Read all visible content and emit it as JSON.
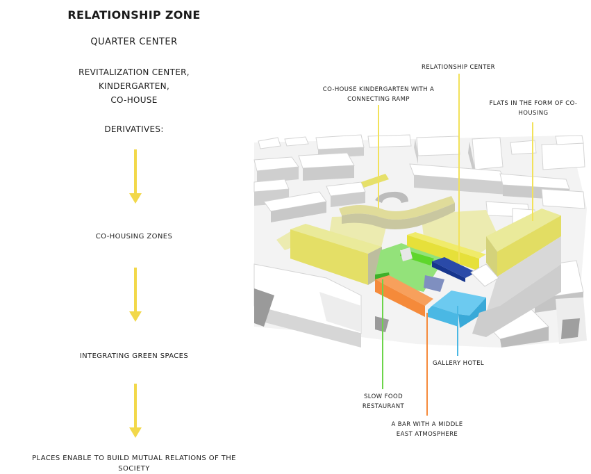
{
  "left": {
    "title": "RELATIONSHIP ZONE",
    "subtitle": "QUARTER CENTER",
    "center_lines": [
      "REVITALIZATION CENTER,",
      "KINDERGARTEN,",
      "CO-HOUSE"
    ],
    "derivatives": "DERIVATIVES:",
    "steps": [
      "CO-HOUSING ZONES",
      "INTEGRATING GREEN SPACES"
    ],
    "final_lines": [
      "PLACES ENABLE TO BUILD MUTUAL RELATIONS OF THE",
      "SOCIETY"
    ]
  },
  "labels": {
    "relationship_center": "RELATIONSHIP CENTER",
    "kindergarten": [
      "CO-HOUSE KINDERGARTEN WITH A",
      "CONNECTING RAMP"
    ],
    "flats": [
      "FLATS IN THE FORM OF CO-",
      "HOUSING"
    ],
    "gallery_hotel": "GALLERY HOTEL",
    "slow_food": [
      "SLOW FOOD",
      "RESTAURANT"
    ],
    "bar": [
      "A BAR WITH A MIDDLE",
      "EAST ATMOSPHERE"
    ]
  },
  "colors": {
    "arrow": "#f2d84a",
    "yellow": "#e6e06a",
    "light_yellow": "#ecebb0",
    "green": "#93e27a",
    "bright_green": "#5fd62c",
    "navy": "#16358e",
    "orange": "#f58a3a",
    "blue": "#4ab8e4",
    "periwinkle": "#7f8fc0"
  }
}
